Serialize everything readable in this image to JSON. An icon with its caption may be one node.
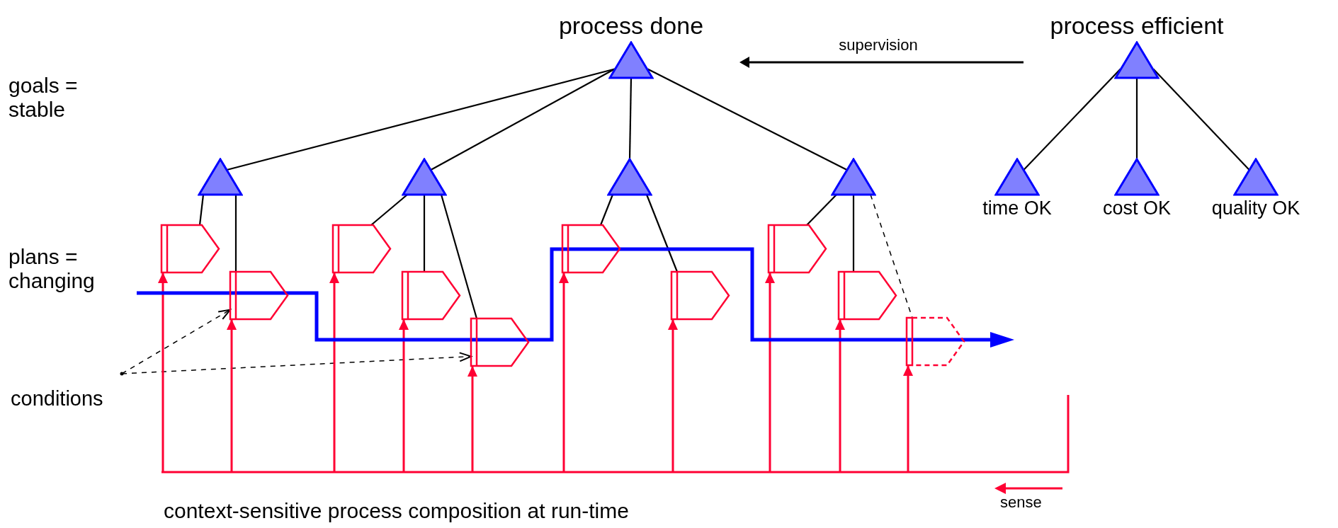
{
  "diagram": {
    "caption": "context-sensitive process composition at run-time",
    "nodes": [
      {
        "text": [
          "process done"
        ]
      },
      {
        "text": [
          "process efficient"
        ]
      },
      {
        "text": [],
        "shape": "triangle"
      },
      {
        "text": [],
        "shape": "triangle"
      },
      {
        "text": [],
        "shape": "triangle"
      },
      {
        "text": [],
        "shape": "triangle"
      },
      {
        "text": [
          "time OK"
        ]
      },
      {
        "text": [
          "cost OK"
        ]
      },
      {
        "text": [
          "quality OK"
        ]
      },
      {
        "text": [],
        "shape": "pentagon"
      },
      {
        "text": [],
        "shape": "pentagon"
      },
      {
        "text": [],
        "shape": "pentagon"
      },
      {
        "text": [],
        "shape": "pentagon"
      },
      {
        "text": [],
        "shape": "pentagon"
      },
      {
        "text": [],
        "shape": "pentagon"
      },
      {
        "text": [],
        "shape": "pentagon"
      },
      {
        "text": [],
        "shape": "pentagon"
      },
      {
        "text": [],
        "shape": "pentagon"
      },
      {
        "text": [],
        "shape": "pentagon"
      },
      {
        "text": [
          "conditions"
        ]
      }
    ],
    "edges": [
      {
        "from": 0,
        "to": 2,
        "arrow": "none"
      },
      {
        "from": 0,
        "to": 3,
        "arrow": "none"
      },
      {
        "from": 0,
        "to": 4,
        "arrow": "none"
      },
      {
        "from": 0,
        "to": 5,
        "arrow": "none"
      },
      {
        "from": 1,
        "to": 6,
        "arrow": "none"
      },
      {
        "from": 1,
        "to": 7,
        "arrow": "none"
      },
      {
        "from": 1,
        "to": 8,
        "arrow": "none"
      },
      {
        "from": 2,
        "to": 9,
        "arrow": "none"
      },
      {
        "from": 2,
        "to": 10,
        "arrow": "none"
      },
      {
        "from": 3,
        "to": 11,
        "arrow": "none"
      },
      {
        "from": 3,
        "to": 12,
        "arrow": "none"
      },
      {
        "from": 3,
        "to": 13,
        "arrow": "none"
      },
      {
        "from": 4,
        "to": 14,
        "arrow": "none"
      },
      {
        "from": 4,
        "to": 15,
        "arrow": "none"
      },
      {
        "from": 5,
        "to": 16,
        "arrow": "none"
      },
      {
        "from": 5,
        "to": 17,
        "arrow": "none"
      },
      {
        "from": 5,
        "to": 18,
        "arrow": "none",
        "style": "dashed"
      },
      {
        "from": 19,
        "to": 10,
        "arrow": "to",
        "style": "dashed"
      },
      {
        "from": 19,
        "to": 13,
        "arrow": "to",
        "style": "dashed"
      },
      {
        "from": null,
        "to": 9,
        "arrow": "to",
        "color": "#ff0033"
      },
      {
        "from": null,
        "to": 10,
        "arrow": "to",
        "color": "#ff0033"
      },
      {
        "from": null,
        "to": 11,
        "arrow": "to",
        "color": "#ff0033"
      },
      {
        "from": null,
        "to": 12,
        "arrow": "to",
        "color": "#ff0033"
      },
      {
        "from": null,
        "to": 13,
        "arrow": "to",
        "color": "#ff0033"
      },
      {
        "from": null,
        "to": 14,
        "arrow": "to",
        "color": "#ff0033"
      },
      {
        "from": null,
        "to": 15,
        "arrow": "to",
        "color": "#ff0033"
      },
      {
        "from": null,
        "to": 16,
        "arrow": "to",
        "color": "#ff0033"
      },
      {
        "from": null,
        "to": 17,
        "arrow": "to",
        "color": "#ff0033"
      },
      {
        "from": null,
        "to": 18,
        "arrow": "to",
        "color": "#ff0033"
      }
    ],
    "labels": [
      "supervision",
      "goals = stable",
      "plans = changing",
      "sense"
    ]
  }
}
